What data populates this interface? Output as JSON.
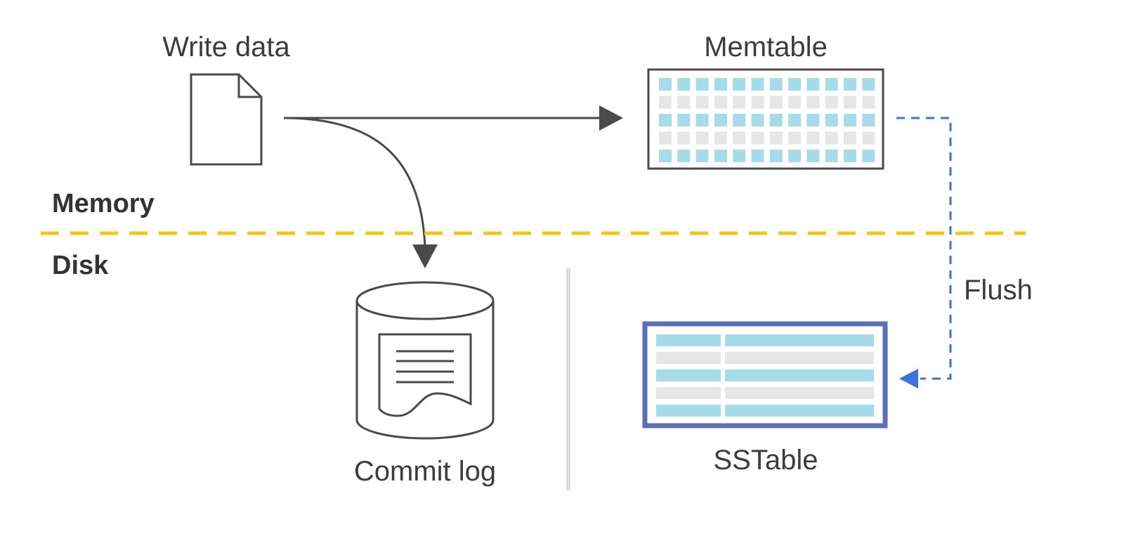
{
  "labels": {
    "write_data": "Write data",
    "memtable": "Memtable",
    "memory": "Memory",
    "disk": "Disk",
    "flush": "Flush",
    "commit_log": "Commit log",
    "sstable": "SSTable"
  },
  "colors": {
    "stroke": "#4a4a4a",
    "divider": "#f5c518",
    "flush_arrow": "#3b73d9",
    "cell_blue": "#a6dbea",
    "cell_gray": "#e6e6e6",
    "sstable_border": "#5c6fb8",
    "separator": "#cccccc"
  },
  "icons": {
    "document": "document-icon",
    "database": "database-cylinder-icon"
  }
}
